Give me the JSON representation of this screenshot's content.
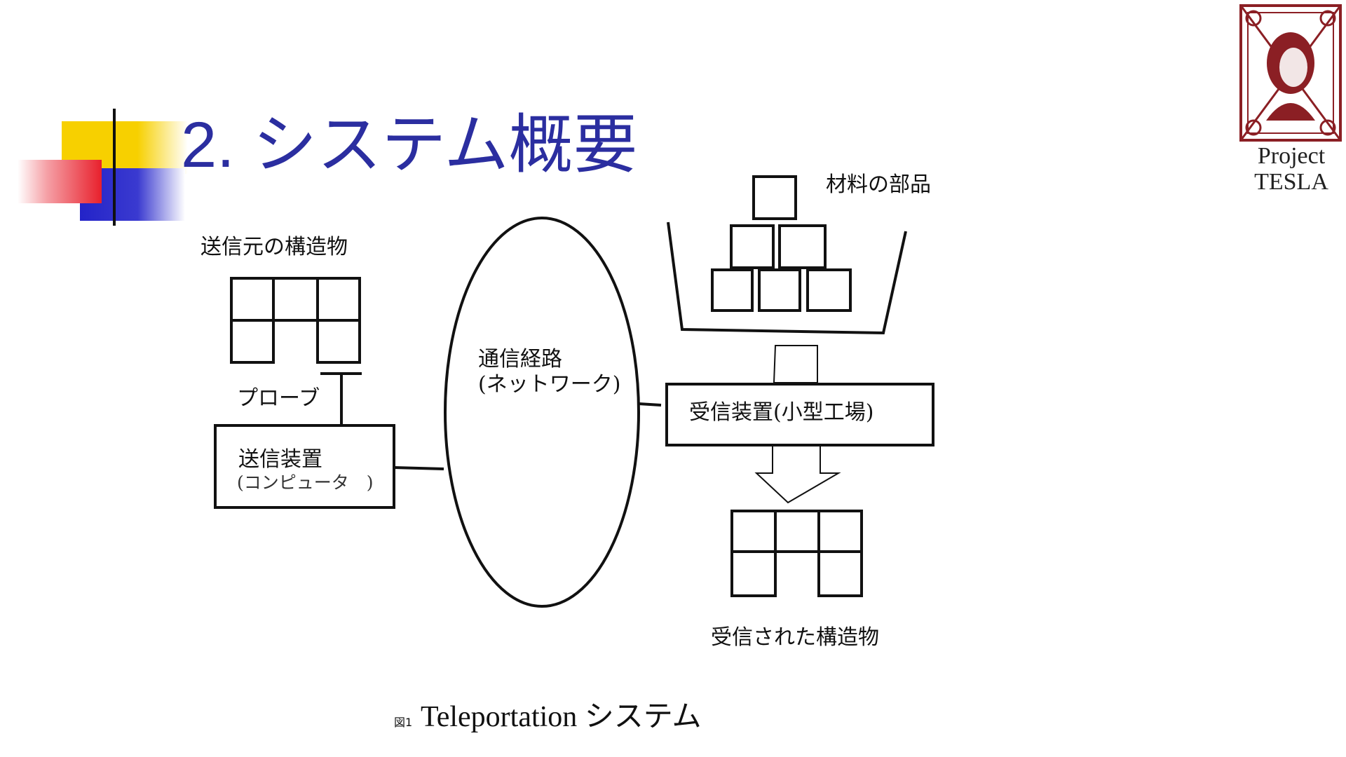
{
  "slide": {
    "title": "2. システム概要",
    "colors": {
      "title": "#2b2ea0",
      "accent_yellow": "#f7d000",
      "accent_red": "#e8202c",
      "accent_blue": "#2323c8",
      "logo": "#8b1f24"
    }
  },
  "logo": {
    "line1": "Project",
    "line2": "TESLA"
  },
  "diagram": {
    "source_structure": "送信元の構造物",
    "probe": "プローブ",
    "sender_line1": "送信装置",
    "sender_line2": "(コンピュータ　)",
    "channel_line1": "通信経路",
    "channel_line2": "(ネットワーク)",
    "materials": "材料の部品",
    "receiver": "受信装置(小型工場)",
    "received_structure": "受信された構造物"
  },
  "caption": {
    "figure_number": "図1",
    "title": "Teleportation システム"
  }
}
